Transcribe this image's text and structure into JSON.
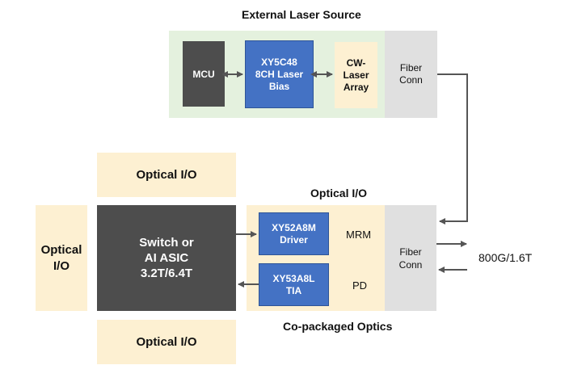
{
  "laser_source": {
    "title": "External Laser Source",
    "mcu": "MCU",
    "bias": {
      "line1": "XY5C48",
      "line2": "8CH Laser",
      "line3": "Bias"
    },
    "array": {
      "line1": "CW-",
      "line2": "Laser",
      "line3": "Array"
    },
    "fiber": {
      "line1": "Fiber",
      "line2": "Conn"
    }
  },
  "optical_io": {
    "top": "Optical I/O",
    "bottom": "Optical I/O",
    "left": {
      "line1": "Optical",
      "line2": "I/O"
    }
  },
  "switch": {
    "line1": "Switch or",
    "line2": "AI ASIC",
    "line3": "3.2T/6.4T"
  },
  "cpo": {
    "title": "Optical I/O",
    "caption": "Co-packaged Optics",
    "driver": {
      "line1": "XY52A8M",
      "line2": "Driver"
    },
    "tia": {
      "line1": "XY53A8L",
      "line2": "TIA"
    },
    "mrm": "MRM",
    "pd": "PD",
    "fiber": {
      "line1": "Fiber",
      "line2": "Conn"
    }
  },
  "output_rate": "800G/1.6T",
  "colors": {
    "green_panel": "#e4f1de",
    "cream": "#fdf0d2",
    "grey": "#e0e0e0",
    "dark": "#4d4d4d",
    "blue": "#4472c4",
    "arrow": "#555555"
  }
}
